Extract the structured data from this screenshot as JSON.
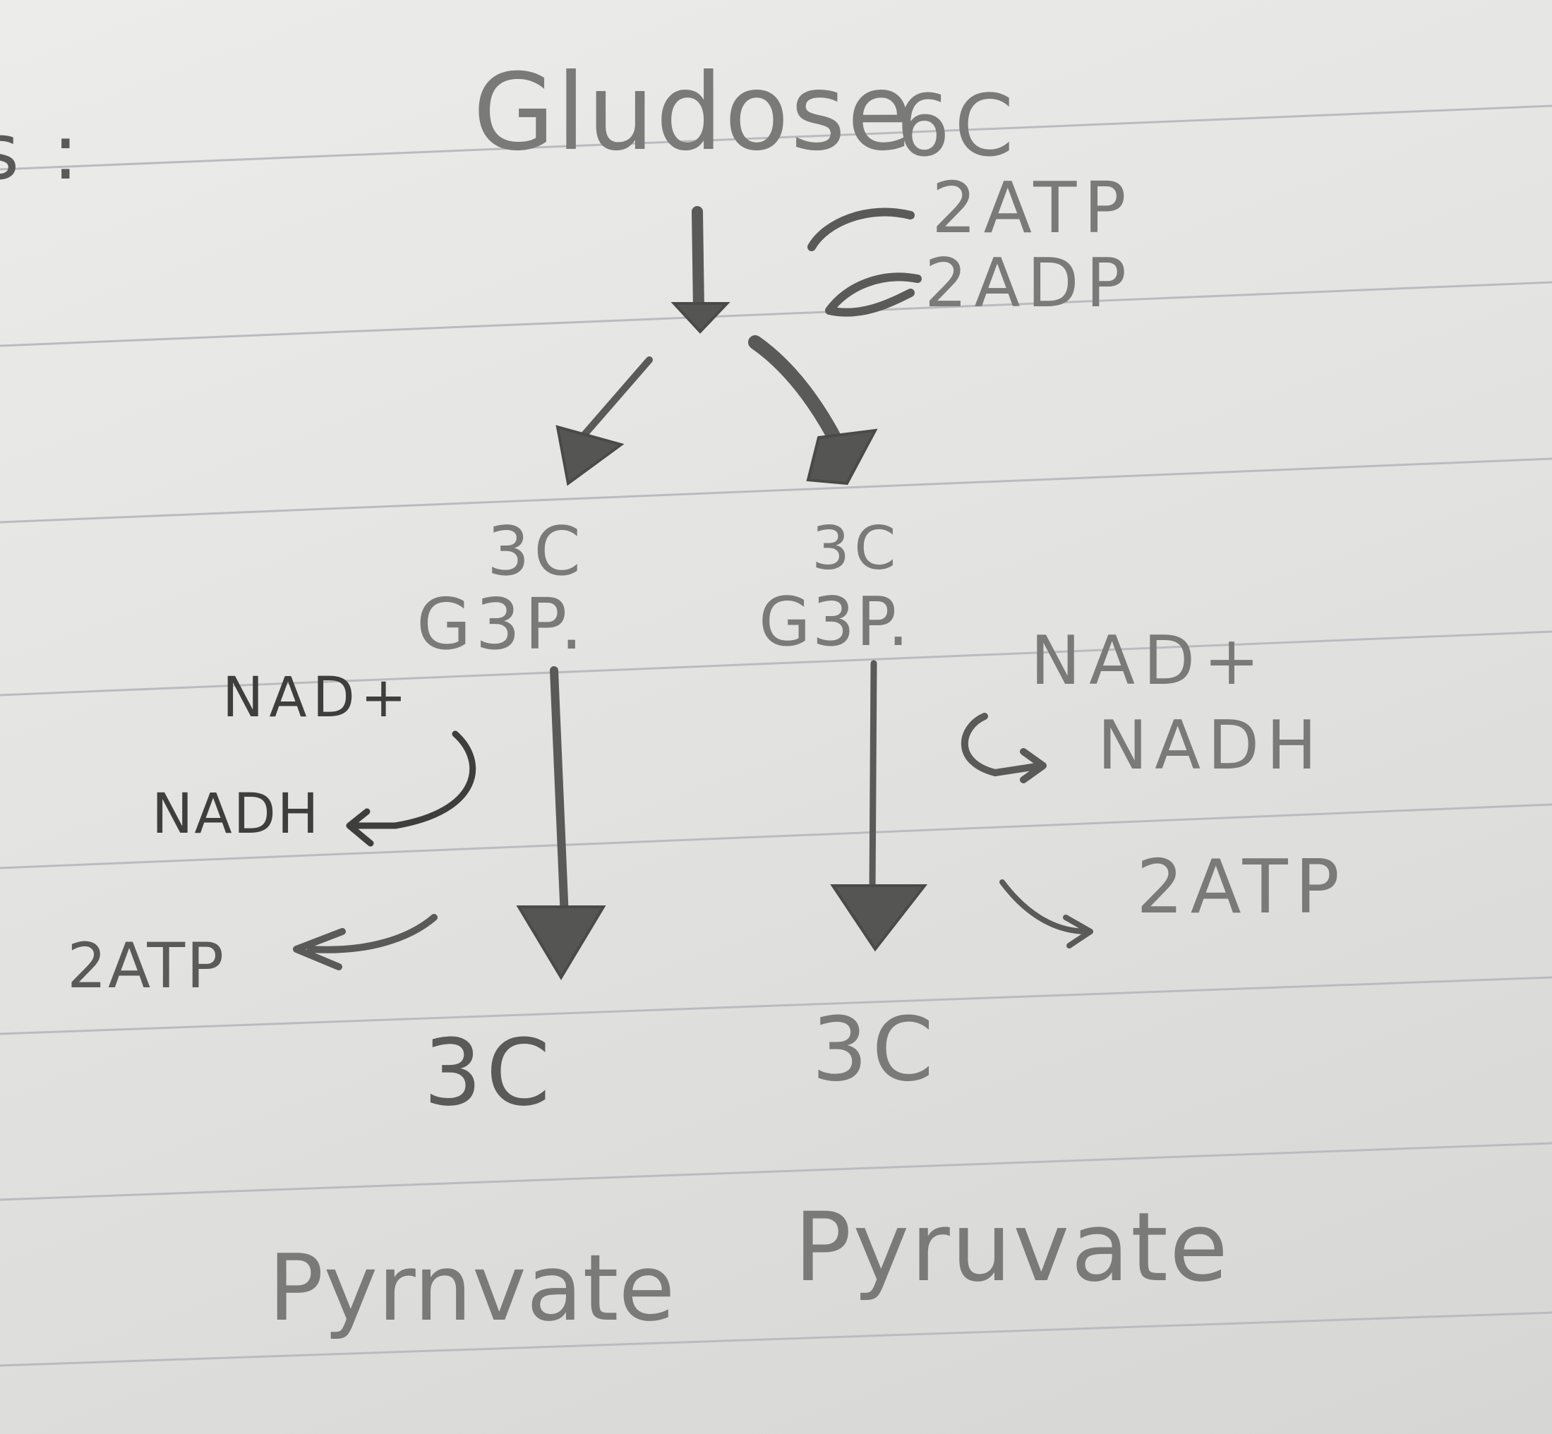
{
  "page": {
    "margin_fragment": "s :"
  },
  "diagram": {
    "top": {
      "name": "Gludose",
      "carbons": "6C"
    },
    "first_step": {
      "input": "2ATP",
      "output": "2ADP"
    },
    "left_branch": {
      "carbons": "3C",
      "molecule": "G3P.",
      "nad_in": "NAD+",
      "nadh_out": "NADH",
      "atp_out": "2ATP",
      "product_carbons": "3C",
      "product": "Pyrnvate"
    },
    "right_branch": {
      "carbons": "3C",
      "molecule": "G3P.",
      "nad_in": "NAD+",
      "nadh_out": "NADH",
      "atp_out": "2ATP",
      "product_carbons": "3C",
      "product": "Pyruvate"
    }
  },
  "colors": {
    "paper": "#e6e6e4",
    "rule_line": "#b9bbc2",
    "pencil": "#5f5f5d"
  }
}
